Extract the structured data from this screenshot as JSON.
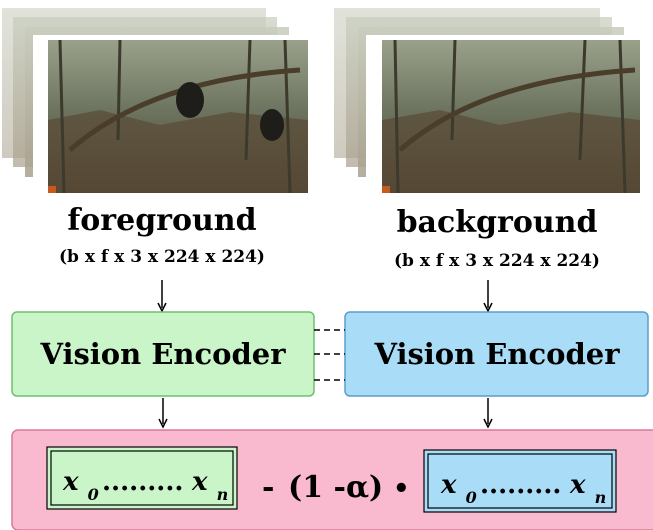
{
  "fg_label": "foreground",
  "fg_shape": "(b x f x 3 x 224 x 224)",
  "bg_label": "background",
  "bg_shape": "(b x f x 3 x 224 x 224)",
  "encoder_left": "Vision Encoder",
  "encoder_right": "Vision Encoder",
  "vec_left": {
    "first": "x",
    "first_sub": "0",
    "dots": ".........",
    "last": "x",
    "last_sub": "n"
  },
  "vec_right": {
    "first": "x",
    "first_sub": "0",
    "dots": ".........",
    "last": "x",
    "last_sub": "n"
  },
  "op_minus": "-",
  "op_scale": "(1 -α)",
  "op_dot": "•",
  "colors": {
    "encoder_left": "#c9f5c9",
    "encoder_left_border": "#6fbf6f",
    "encoder_right": "#a9dcf6",
    "encoder_right_border": "#5a9ecb",
    "output_band": "#f9b9cf",
    "output_border": "#d97a9a"
  }
}
